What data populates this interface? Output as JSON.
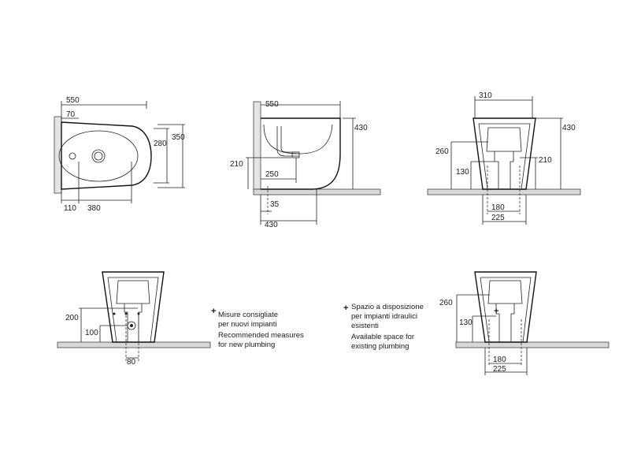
{
  "views": {
    "top": {
      "d_550": "550",
      "d_70": "70",
      "d_280": "280",
      "d_350": "350",
      "d_110": "110",
      "d_380": "380"
    },
    "side": {
      "d_550": "550",
      "d_430_h": "430",
      "d_210": "210",
      "d_250": "250",
      "d_35": "35",
      "d_430_w": "430"
    },
    "front_a": {
      "d_310": "310",
      "d_430": "430",
      "d_260": "260",
      "d_130": "130",
      "d_210": "210",
      "d_180": "180",
      "d_225": "225"
    },
    "front_b": {
      "d_200": "200",
      "d_100": "100",
      "d_80": "80"
    },
    "front_c": {
      "d_260": "260",
      "d_130": "130",
      "d_180": "180",
      "d_225": "225"
    }
  },
  "legend": {
    "new": {
      "symbol": "+",
      "lines": [
        "Misure consigliate",
        "per nuovi impianti",
        "Recommended measures",
        "for new plumbing"
      ]
    },
    "existing": {
      "symbol": "+",
      "lines": [
        "Spazio a disposizione",
        "per impianti idraulici",
        "esistenti",
        "Available space for",
        "existing plumbing"
      ]
    }
  }
}
